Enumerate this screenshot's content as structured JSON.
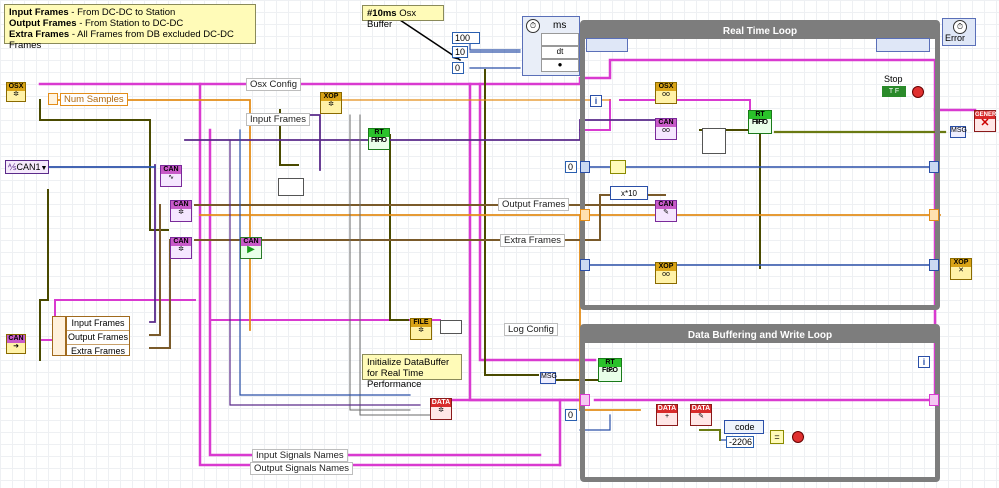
{
  "notes": {
    "frames_legend": [
      {
        "bold": "Input Frames",
        "text": " - From DC-DC to Station"
      },
      {
        "bold": "Output Frames",
        "text": " - From Station to DC-DC"
      },
      {
        "bold": "Extra Frames",
        "text": " - All Frames from DB excluded DC-DC Frames"
      }
    ],
    "osx_buffer_bold": "#10ms",
    "osx_buffer_text": " Osx Buffer",
    "init_databuffer": "Initialize DataBuffer for Real Time Performance"
  },
  "wire_labels": {
    "osx_config": "Osx Config",
    "input_frames": "Input Frames",
    "output_frames": "Output Frames",
    "extra_frames": "Extra Frames",
    "log_config": "Log Config",
    "input_signals_names": "Input Signals Names",
    "output_signals_names": "Output Signals Names",
    "num_samples": "Num Samples"
  },
  "controls": {
    "can_channel": "CAN1",
    "stop_label": "Stop",
    "stop_value": "T F",
    "timing_unit": "ms",
    "timing_dt": "dt",
    "timing_value_1": "100",
    "timing_value_2": "10",
    "timing_value_3": "0",
    "loop_counter_1": "0",
    "loop_counter_2": "0",
    "multiplier": "x*10",
    "error_label": "Error",
    "code_label": "code",
    "code_value": "-2206",
    "info_glyph": "i",
    "generate_label": "GENER"
  },
  "cluster": {
    "items": [
      "Input Frames",
      "Output Frames",
      "Extra Frames"
    ]
  },
  "loops": {
    "real_time": "Real Time Loop",
    "data_buffer": "Data Buffering and Write Loop"
  },
  "nodes": {
    "osx": "OSX",
    "can": "CAN",
    "xop": "XOP",
    "rt_fifo": "RT FIFO",
    "file": "FILE",
    "data": "DATA",
    "msg": "MSG"
  },
  "colors": {
    "pink_wire": "#d93ad0",
    "yellow_wire": "#4a4a00",
    "orange_wire": "#e38d19",
    "brown_wire": "#7a5a2a",
    "blue_wire": "#2a4fa8",
    "purple_wire": "#5a2a8a",
    "olive_wire": "#6a7a12",
    "loop_border": "#7d7d7d"
  }
}
